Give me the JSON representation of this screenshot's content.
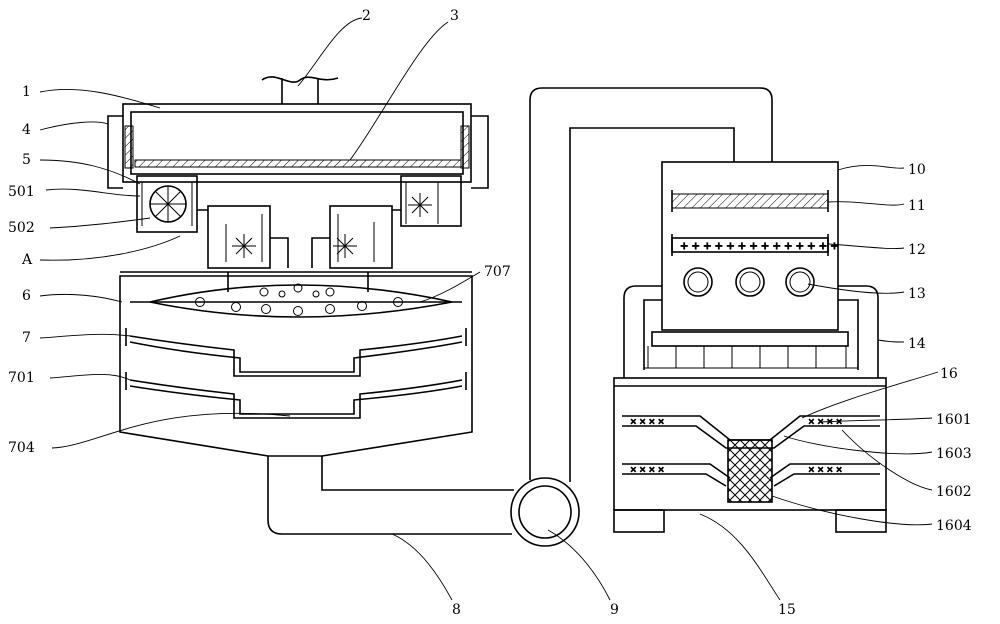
{
  "labels": {
    "l1": "1",
    "l2": "2",
    "l3": "3",
    "l4": "4",
    "l5": "5",
    "l501": "501",
    "l502": "502",
    "lA": "A",
    "l6": "6",
    "l7": "7",
    "l701": "701",
    "l704": "704",
    "l707": "707",
    "l8": "8",
    "l9": "9",
    "l10": "10",
    "l11": "11",
    "l12": "12",
    "l13": "13",
    "l14": "14",
    "l15": "15",
    "l16": "16",
    "l1601": "1601",
    "l1602": "1602",
    "l1603": "1603",
    "l1604": "1604"
  }
}
